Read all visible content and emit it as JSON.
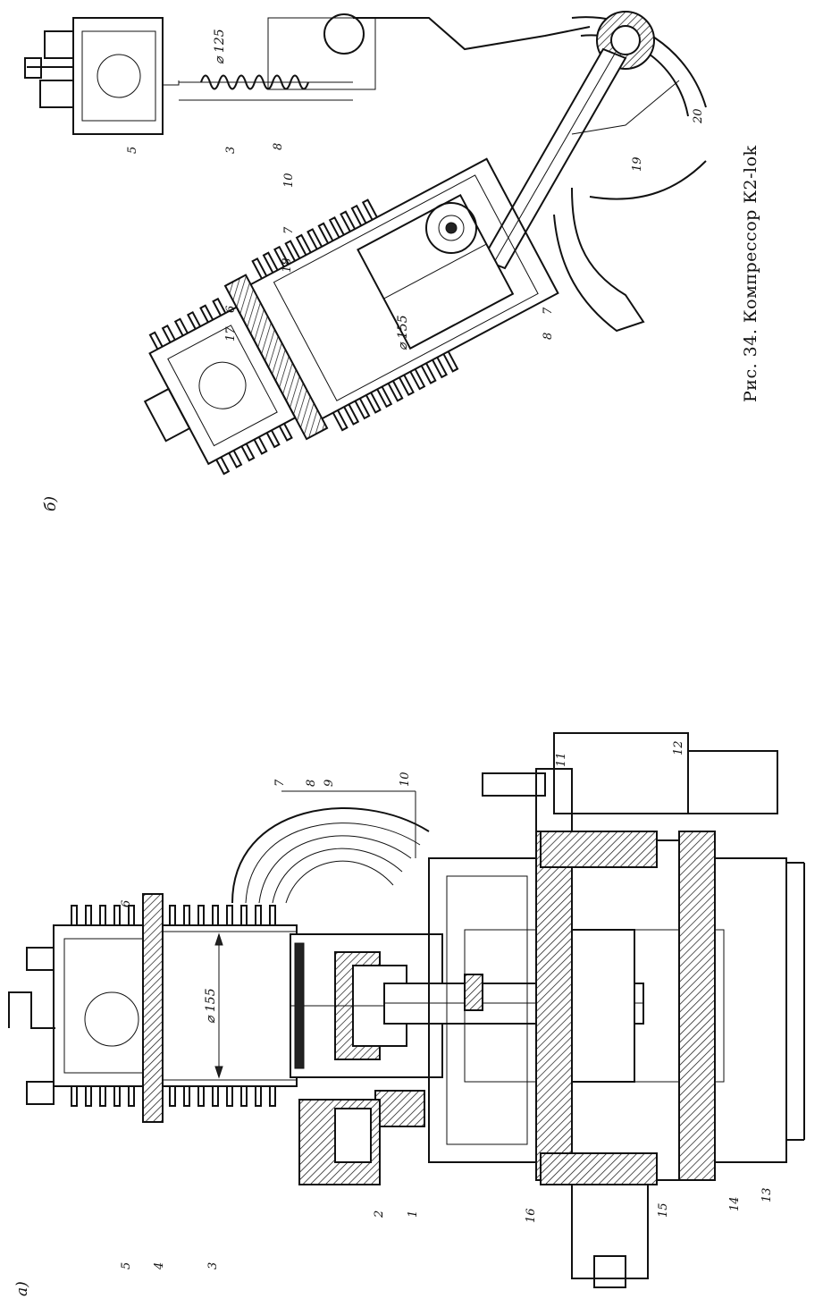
{
  "caption": "Рис. 34. Компрессор К2-lok",
  "panels": {
    "a": "а)",
    "b": "б)"
  },
  "dimensions": {
    "a_bore": "⌀ 155",
    "b_bore": "⌀ 155",
    "b_top": "⌀ 125"
  },
  "callouts_a": [
    "1",
    "2",
    "3",
    "4",
    "5",
    "6",
    "7",
    "8",
    "9",
    "10",
    "11",
    "12",
    "13",
    "14",
    "15",
    "16"
  ],
  "callouts_b": [
    "3",
    "5",
    "6",
    "7",
    "8",
    "8",
    "10",
    "17",
    "18",
    "19",
    "20",
    "7"
  ]
}
